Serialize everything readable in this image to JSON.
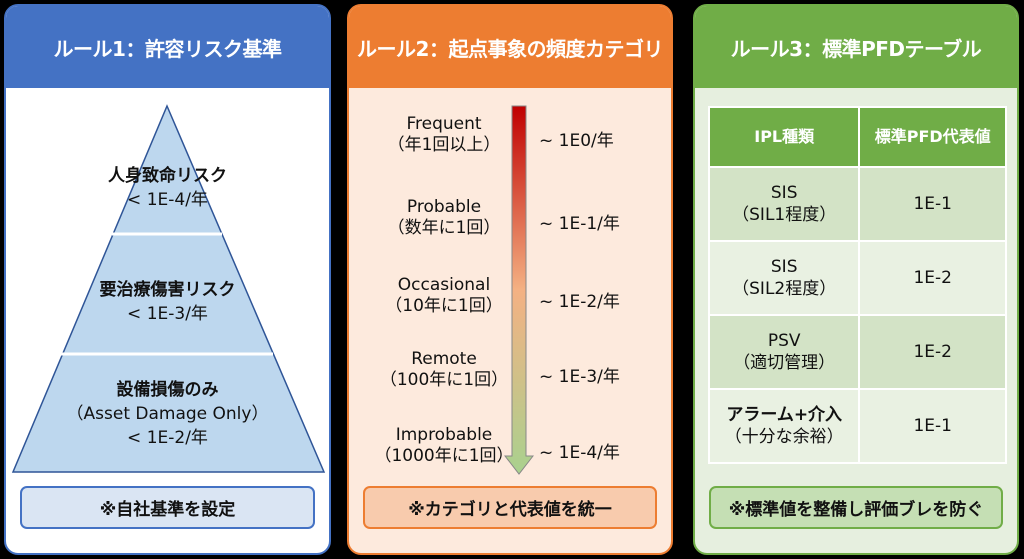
{
  "rule1": {
    "title": "ルール1：許容リスク基準",
    "levels": [
      {
        "name": "人身致命リスク",
        "limit": "< 1E-4/年"
      },
      {
        "name": "要治療傷害リスク",
        "limit": "< 1E-3/年"
      },
      {
        "name": "設備損傷のみ",
        "sub": "（Asset Damage Only）",
        "limit": "< 1E-2/年"
      }
    ],
    "note": "※自社基準を設定"
  },
  "rule2": {
    "title": "ルール2：起点事象の頻度カテゴリ",
    "categories": [
      {
        "name": "Frequent",
        "desc": "（年1回以上）",
        "value": "~ 1E0/年"
      },
      {
        "name": "Probable",
        "desc": "（数年に1回）",
        "value": "~ 1E-1/年"
      },
      {
        "name": "Occasional",
        "desc": "（10年に1回）",
        "value": "~ 1E-2/年"
      },
      {
        "name": "Remote",
        "desc": "（100年に1回）",
        "value": "~ 1E-3/年"
      },
      {
        "name": "Improbable",
        "desc": "（1000年に1回）",
        "value": "~ 1E-4/年"
      }
    ],
    "note": "※カテゴリと代表値を統一"
  },
  "rule3": {
    "title": "ルール3：標準PFDテーブル",
    "headers": [
      "IPL種類",
      "標準PFD代表値"
    ],
    "rows": [
      {
        "type": "SIS",
        "desc": "（SIL1程度）",
        "pfd": "1E-1"
      },
      {
        "type": "SIS",
        "desc": "（SIL2程度）",
        "pfd": "1E-2"
      },
      {
        "type": "PSV",
        "desc": "（適切管理）",
        "pfd": "1E-2"
      },
      {
        "type": "アラーム+介入",
        "desc": "（十分な余裕）",
        "pfd": "1E-1"
      }
    ],
    "note": "※標準値を整備し評価ブレを防ぐ"
  }
}
